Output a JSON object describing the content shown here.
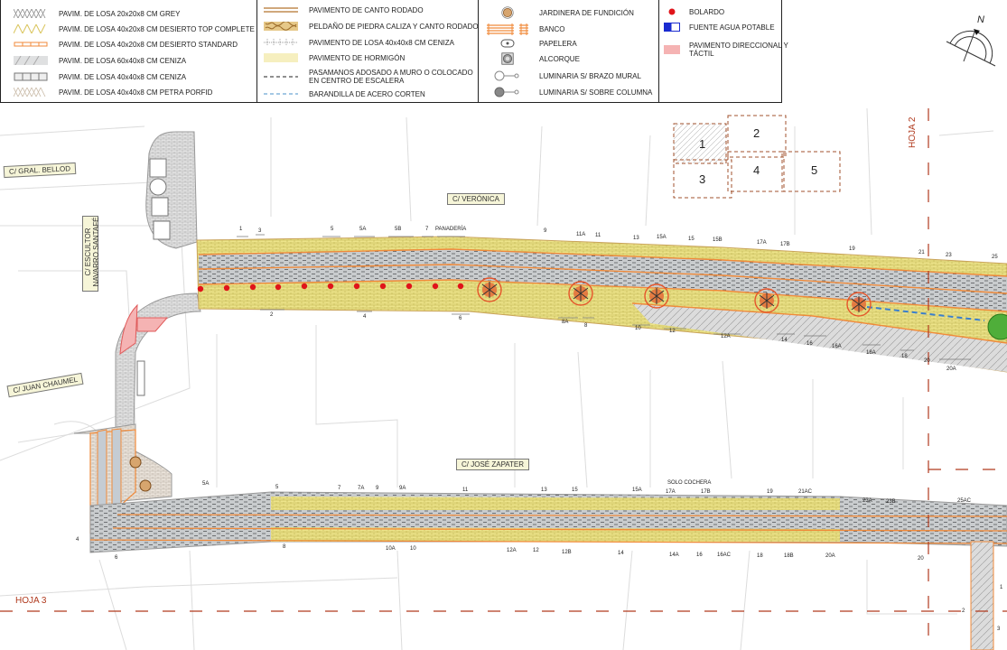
{
  "legend": {
    "column1": [
      {
        "icon": "hatch-grey-icon",
        "label": "PAVIM. DE LOSA 20x20x8 CM GREY"
      },
      {
        "icon": "hatch-yellow-icon",
        "label": "PAVIM. DE LOSA 40x20x8 CM DESIERTO TOP COMPLETE"
      },
      {
        "icon": "orange-brick-icon",
        "label": "PAVIM. DE LOSA 40x20x8 CM DESIERTO STANDARD"
      },
      {
        "icon": "hatch-lightgrey-icon",
        "label": "PAVIM. DE LOSA 60x40x8 CM CENIZA"
      },
      {
        "icon": "grid-grey-icon",
        "label": "PAVIM. DE LOSA 40x40x8 CM CENIZA"
      },
      {
        "icon": "hatch-beige-icon",
        "label": "PAVIM. DE LOSA 40x40x8 CM PETRA PORFID"
      }
    ],
    "column2": [
      {
        "icon": "double-line-brown-icon",
        "label": "PAVIMENTO DE CANTO RODADO"
      },
      {
        "icon": "stone-pattern-icon",
        "label": "PELDAÑO DE PIEDRA CALIZA Y CANTO RODADO"
      },
      {
        "icon": "tile-grid-icon",
        "label": "PAVIMENTO DE LOSA 40x40x8 CM CENIZA"
      },
      {
        "icon": "concrete-swatch-icon",
        "label": "PAVIMENTO DE HORMIGÓN"
      },
      {
        "icon": "black-dashed-line-icon",
        "label": "PASAMANOS ADOSADO A MURO O COLOCADO EN CENTRO DE ESCALERA"
      },
      {
        "icon": "blue-dashed-line-icon",
        "label": "BARANDILLA DE ACERO CORTEN"
      }
    ],
    "column3": [
      {
        "icon": "planter-icon",
        "label": "JARDINERA DE FUNDICIÓN"
      },
      {
        "icon": "bench-icon",
        "label": "BANCO"
      },
      {
        "icon": "bin-icon",
        "label": "PAPELERA"
      },
      {
        "icon": "tree-pit-icon",
        "label": "ALCORQUE"
      },
      {
        "icon": "wall-lamp-icon",
        "label": "LUMINARIA S/ BRAZO MURAL"
      },
      {
        "icon": "column-lamp-icon",
        "label": "LUMINARIA S/ SOBRE COLUMNA"
      }
    ],
    "column4": [
      {
        "icon": "bollard-icon",
        "label": "BOLARDO"
      },
      {
        "icon": "fountain-icon",
        "label": "FUENTE AGUA POTABLE"
      },
      {
        "icon": "tactile-paving-icon",
        "label": "PAVIMENTO DIRECCIONAL Y TÁCTIL"
      }
    ]
  },
  "colors": {
    "yellow_paving": "#ede48a",
    "orange_band": "#f08a3a",
    "grey_paving": "#c9ccce",
    "dark_grey_pattern": "#6d6f72",
    "tactile_pink": "#f5b3b3",
    "bollard_red": "#e0141a",
    "hoja_red": "#b03a1e",
    "street_label_bg": "#f6f5d8"
  },
  "streets": {
    "gral_bellod": "C/ GRAL. BELLOD",
    "escultor_1": "C/ ESCULTOR",
    "escultor_2": "NAVARRO SANTAFÉ",
    "juan_chaumel": "C/ JUAN CHAUMEL",
    "veronica": "C/ VERÓNICA",
    "jose_zapater": "C/ JOSÉ ZAPATER"
  },
  "sheets": {
    "hoja2": "HOJA 2",
    "hoja3": "HOJA 3"
  },
  "compass": {
    "label": "N"
  },
  "keymap": [
    "1",
    "2",
    "3",
    "4",
    "5"
  ],
  "veronica_numbers_north": [
    "1",
    "3",
    "5",
    "5A",
    "5B",
    "7",
    "PANADERÍA",
    "9",
    "11A",
    "11",
    "13",
    "15A",
    "15",
    "15B",
    "17A",
    "17B",
    "19",
    "21",
    "23",
    "25"
  ],
  "veronica_numbers_south": [
    "2",
    "4",
    "6",
    "8A",
    "8",
    "10",
    "12",
    "12A",
    "14",
    "16",
    "16A",
    "18A",
    "18",
    "20",
    "20A"
  ],
  "zapater_numbers_north": [
    "5A",
    "5",
    "7",
    "7A",
    "9",
    "9A",
    "11",
    "13",
    "15",
    "15A",
    "SOLO COCHERA",
    "17A",
    "17B",
    "19",
    "21AC",
    "23A",
    "23B",
    "25AC"
  ],
  "zapater_numbers_south": [
    "4",
    "6",
    "8",
    "10A",
    "10",
    "12A",
    "12",
    "12B",
    "14",
    "14A",
    "16",
    "16AC",
    "18",
    "18B",
    "20A",
    "20"
  ],
  "side_numbers": [
    "1",
    "2",
    "3"
  ]
}
